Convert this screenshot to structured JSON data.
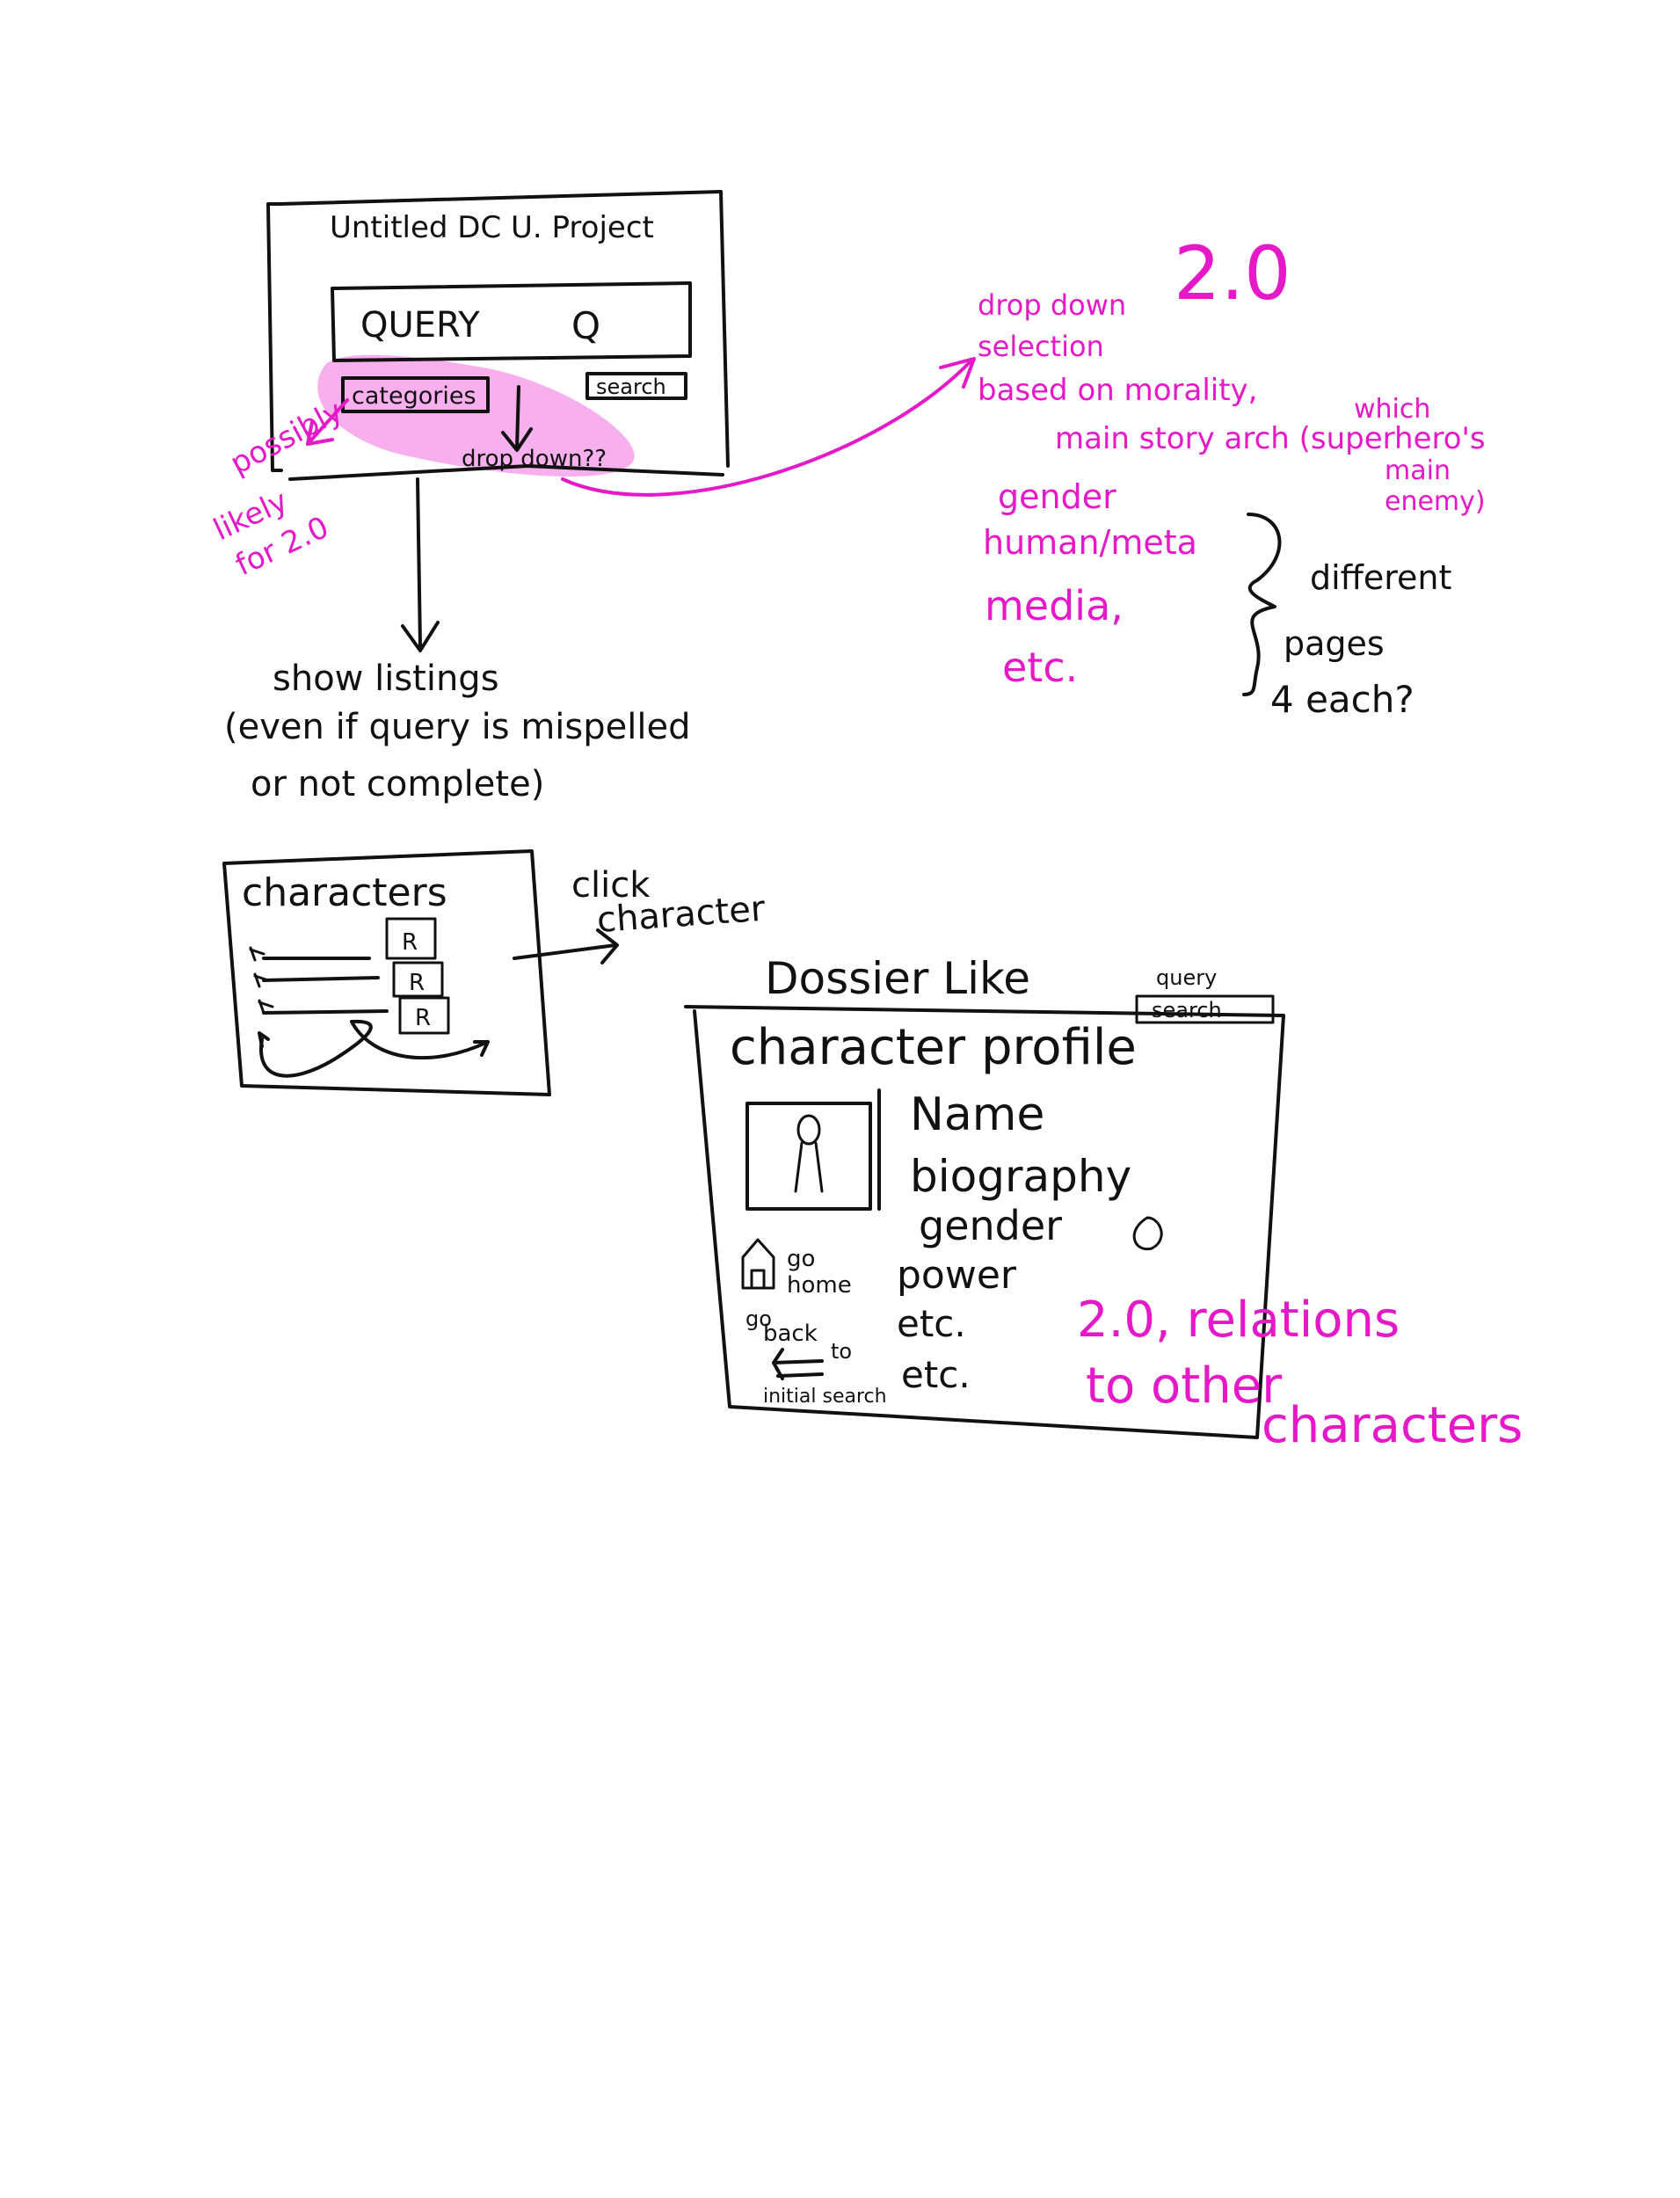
{
  "colors": {
    "ink": "#111111",
    "highlight": "#e619c8",
    "highlight_fill": "#f6a6ec"
  },
  "home_screen": {
    "title": "Untitled DC U. Project",
    "query_label": "QUERY",
    "search_glyph": "Q",
    "categories_button": "categories",
    "search_button": "search",
    "dropdown_note": "drop down??",
    "possibly_note": "possibly",
    "likely_note": [
      "likely",
      "for 2.0"
    ]
  },
  "listings_note": [
    "show listings",
    "(even if query is mispelled",
    "or not complete)"
  ],
  "results_screen": {
    "title": "characters",
    "click_note": [
      "click",
      "character"
    ]
  },
  "profile_screen": {
    "heading": "Dossier Like",
    "query_search": [
      "query",
      "search"
    ],
    "title": "character profile",
    "fields": [
      "Name",
      "biography",
      "gender",
      "power",
      "etc.",
      "etc."
    ],
    "home_nav": [
      "go",
      "home"
    ],
    "back_nav": [
      "go",
      "back",
      "to",
      "initial search"
    ]
  },
  "notes_2_0": {
    "version": "2.0",
    "lines": [
      "drop down",
      "selection",
      "based on morality,",
      "main story arch (superhero's",
      "gender",
      "human/meta",
      "media,",
      "etc."
    ],
    "which_main_enemy": [
      "which",
      "main",
      "enemy)"
    ],
    "brace_note": [
      "different",
      "pages",
      "4 each?"
    ]
  },
  "relations_note": [
    "2.0, relations",
    "to other",
    "characters"
  ]
}
